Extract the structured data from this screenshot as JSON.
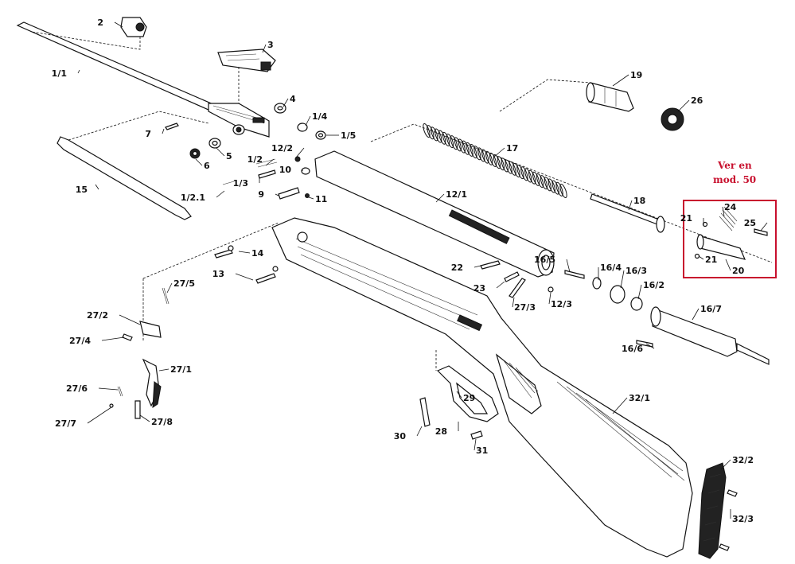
{
  "parts": [
    {
      "id": "p2",
      "label": "2"
    },
    {
      "id": "p3",
      "label": "3"
    },
    {
      "id": "p1_1",
      "label": "1/1"
    },
    {
      "id": "p4",
      "label": "4"
    },
    {
      "id": "p7",
      "label": "7"
    },
    {
      "id": "p1_4",
      "label": "1/4"
    },
    {
      "id": "p1_5",
      "label": "1/5"
    },
    {
      "id": "p5",
      "label": "5"
    },
    {
      "id": "p6",
      "label": "6"
    },
    {
      "id": "p12_2",
      "label": "12/2"
    },
    {
      "id": "p1_2",
      "label": "1/2"
    },
    {
      "id": "p10",
      "label": "10"
    },
    {
      "id": "p1_3",
      "label": "1/3"
    },
    {
      "id": "p9",
      "label": "9"
    },
    {
      "id": "p11",
      "label": "11"
    },
    {
      "id": "p1_2_1",
      "label": "1/2.1"
    },
    {
      "id": "p15",
      "label": "15"
    },
    {
      "id": "p19",
      "label": "19"
    },
    {
      "id": "p26",
      "label": "26"
    },
    {
      "id": "p17",
      "label": "17"
    },
    {
      "id": "p12_1",
      "label": "12/1"
    },
    {
      "id": "p18",
      "label": "18"
    },
    {
      "id": "p24",
      "label": "24"
    },
    {
      "id": "p21a",
      "label": "21"
    },
    {
      "id": "p25",
      "label": "25"
    },
    {
      "id": "p21b",
      "label": "21"
    },
    {
      "id": "p20",
      "label": "20"
    },
    {
      "id": "p14",
      "label": "14"
    },
    {
      "id": "p13",
      "label": "13"
    },
    {
      "id": "p22",
      "label": "22"
    },
    {
      "id": "p16_5",
      "label": "16/5"
    },
    {
      "id": "p16_4",
      "label": "16/4"
    },
    {
      "id": "p16_3",
      "label": "16/3"
    },
    {
      "id": "p23",
      "label": "23"
    },
    {
      "id": "p27_3",
      "label": "27/3"
    },
    {
      "id": "p12_3",
      "label": "12/3"
    },
    {
      "id": "p16_2",
      "label": "16/2"
    },
    {
      "id": "p16_7",
      "label": "16/7"
    },
    {
      "id": "p16_6",
      "label": "16/6"
    },
    {
      "id": "p27_5",
      "label": "27/5"
    },
    {
      "id": "p27_2",
      "label": "27/2"
    },
    {
      "id": "p27_4",
      "label": "27/4"
    },
    {
      "id": "p27_1",
      "label": "27/1"
    },
    {
      "id": "p27_6",
      "label": "27/6"
    },
    {
      "id": "p27_7",
      "label": "27/7"
    },
    {
      "id": "p27_8",
      "label": "27/8"
    },
    {
      "id": "p29",
      "label": "29"
    },
    {
      "id": "p32_1",
      "label": "32/1"
    },
    {
      "id": "p30",
      "label": "30"
    },
    {
      "id": "p28",
      "label": "28"
    },
    {
      "id": "p31",
      "label": "31"
    },
    {
      "id": "p32_2",
      "label": "32/2"
    },
    {
      "id": "p32_3",
      "label": "32/3"
    }
  ],
  "annotation": {
    "line1": "Ver en",
    "line2": "mod. 50",
    "color": "#c8102e"
  }
}
